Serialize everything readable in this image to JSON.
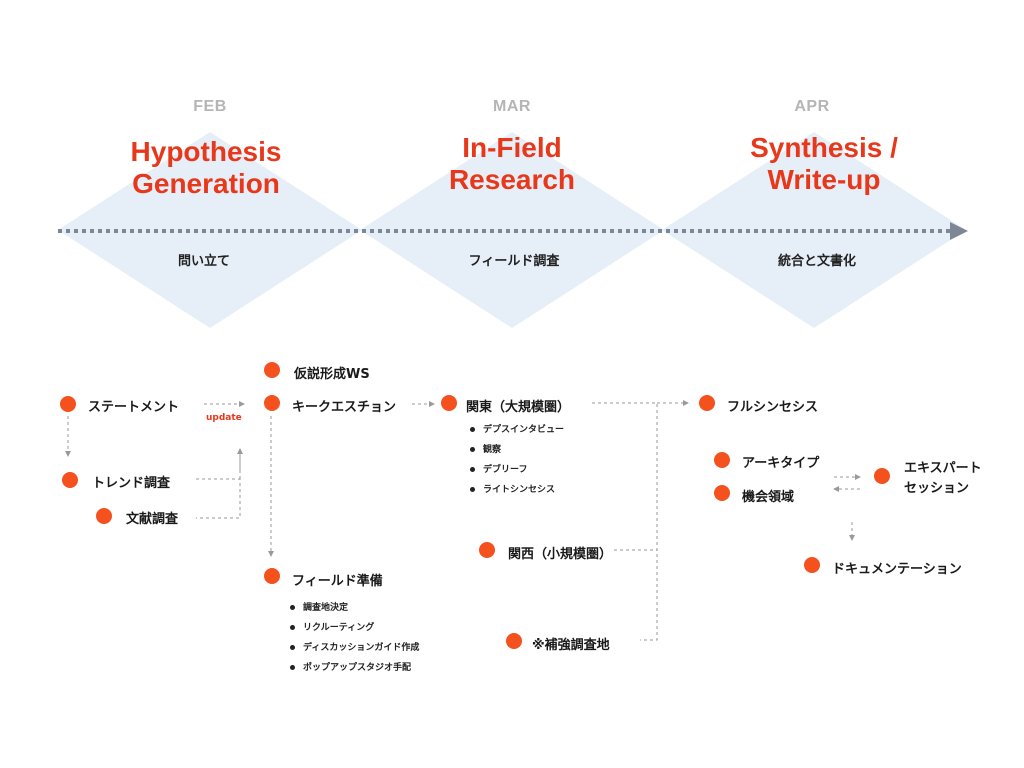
{
  "colors": {
    "accent": "#e8381b",
    "dot": "#f4511e",
    "diamond": "#e6eef8",
    "timeline": "#7d8796",
    "connector": "#999999"
  },
  "timeline": {
    "phases": [
      {
        "month": "FEB",
        "title_line1": "Hypothesis",
        "title_line2": "Generation",
        "subtitle": "問い立て"
      },
      {
        "month": "MAR",
        "title_line1": "In-Field",
        "title_line2": "Research",
        "subtitle": "フィールド調査"
      },
      {
        "month": "APR",
        "title_line1": "Synthesis /",
        "title_line2": "Write-up",
        "subtitle": "統合と文書化"
      }
    ]
  },
  "nodes": {
    "statement": "ステートメント",
    "trend_research": "トレンド調査",
    "literature_research": "文献調査",
    "update_label": "update",
    "hypothesis_ws": "仮説形成WS",
    "key_question": "キークエスチョン",
    "field_prep": "フィールド準備",
    "kanto": "関東（大規模圏）",
    "kansai": "関西（小規模圏）",
    "supplementary": "※補強調査地",
    "full_synthesis": "フルシンセシス",
    "archetype": "アーキタイプ",
    "opportunity": "機会領域",
    "expert_line1": "エキスパート",
    "expert_line2": "セッション",
    "documentation": "ドキュメンテーション"
  },
  "field_prep_items": [
    "調査地決定",
    "リクルーティング",
    "ディスカッションガイド作成",
    "ポップアップスタジオ手配"
  ],
  "kanto_items": [
    "デプスインタビュー",
    "観察",
    "デブリーフ",
    "ライトシンセシス"
  ]
}
